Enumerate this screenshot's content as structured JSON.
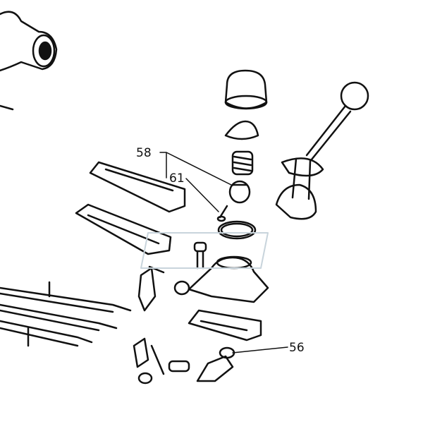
{
  "diagram": {
    "callouts": [
      {
        "id": "58",
        "label": "58"
      },
      {
        "id": "61",
        "label": "61"
      },
      {
        "id": "56",
        "label": "56"
      }
    ],
    "colors": {
      "ink": "#111111",
      "watermark": "#c8d4dc"
    }
  }
}
